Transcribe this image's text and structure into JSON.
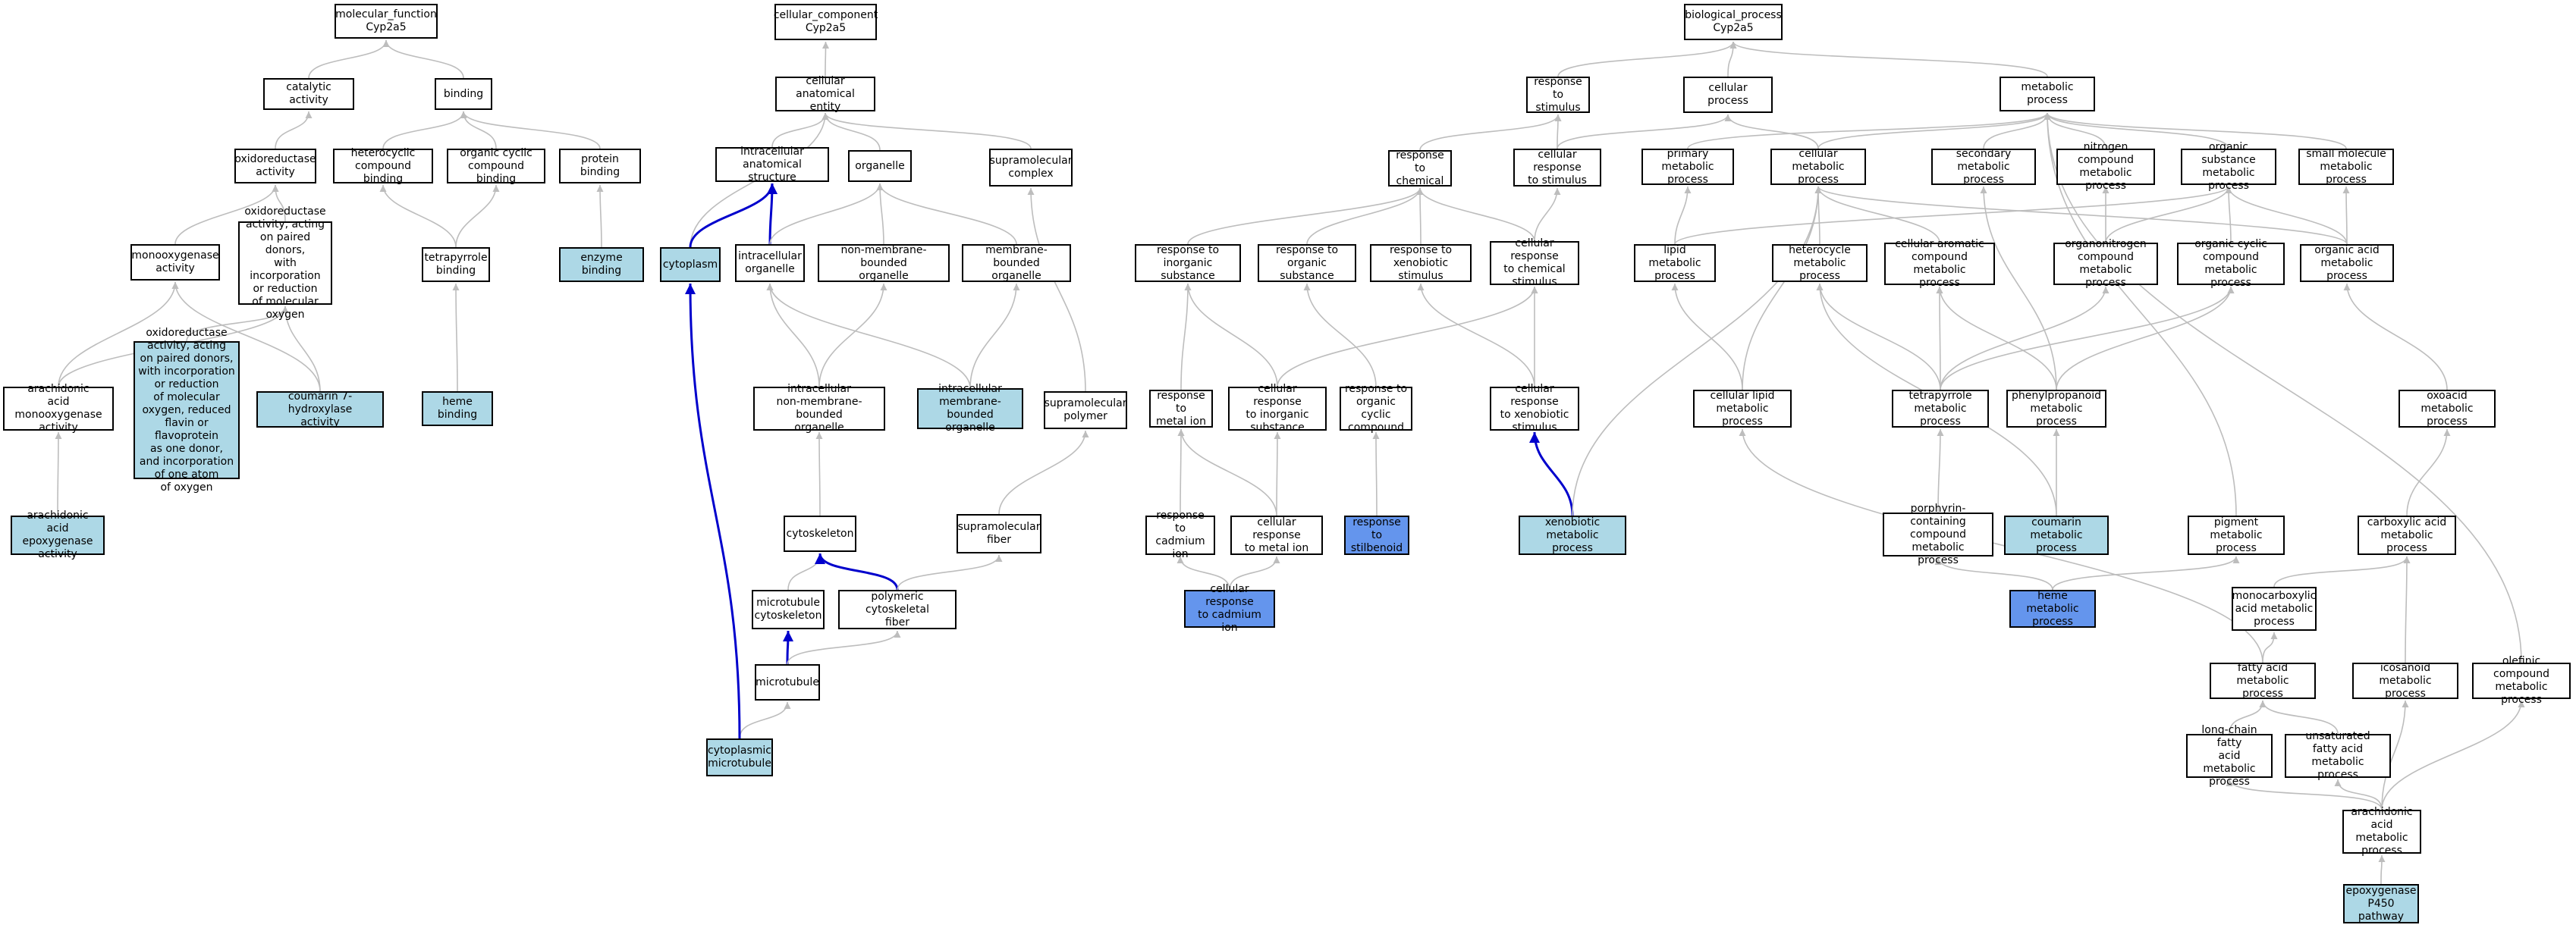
{
  "colors": {
    "edge": "#bdbdbd",
    "highlight_edge": "#0000cc",
    "highlight_fill": "#add8e6",
    "strong_fill": "#6495ed"
  },
  "nodes": {
    "mf": {
      "label": "molecular_function\nCyp2a5",
      "fill": "none"
    },
    "catalytic": {
      "label": "catalytic activity",
      "fill": "none"
    },
    "binding": {
      "label": "binding",
      "fill": "none"
    },
    "oxidoreductase": {
      "label": "oxidoreductase\nactivity",
      "fill": "none"
    },
    "heterocyclic_binding": {
      "label": "heterocyclic\ncompound binding",
      "fill": "none"
    },
    "organic_cyclic_binding": {
      "label": "organic cyclic\ncompound binding",
      "fill": "none"
    },
    "protein_binding": {
      "label": "protein binding",
      "fill": "none"
    },
    "monooxygenase": {
      "label": "monooxygenase\nactivity",
      "fill": "none"
    },
    "oxidoreductase_paired": {
      "label": "oxidoreductase\nactivity, acting\non paired donors,\nwith incorporation\nor reduction\nof molecular\noxygen",
      "fill": "none"
    },
    "tetrapyrrole_binding": {
      "label": "tetrapyrrole\nbinding",
      "fill": "none"
    },
    "enzyme_binding": {
      "label": "enzyme binding",
      "fill": "light"
    },
    "oxidoreductase_flavin": {
      "label": "oxidoreductase\nactivity, acting\non paired donors,\nwith incorporation\nor reduction\nof molecular\noxygen, reduced\nflavin or flavoprotein\nas one donor,\nand incorporation\nof one atom\nof oxygen",
      "fill": "light"
    },
    "arachidonic_monooxygenase": {
      "label": "arachidonic\nacid monooxygenase\nactivity",
      "fill": "none"
    },
    "coumarin_hydroxylase": {
      "label": "coumarin 7-hydroxylase\nactivity",
      "fill": "light"
    },
    "heme_binding": {
      "label": "heme binding",
      "fill": "light"
    },
    "arachidonic_epoxygenase": {
      "label": "arachidonic\nacid epoxygenase\nactivity",
      "fill": "light"
    },
    "cc": {
      "label": "cellular_component\nCyp2a5",
      "fill": "none"
    },
    "cellular_anatomical": {
      "label": "cellular anatomical\nentity",
      "fill": "none"
    },
    "intracellular_structure": {
      "label": "intracellular\nanatomical structure",
      "fill": "none"
    },
    "organelle": {
      "label": "organelle",
      "fill": "none"
    },
    "supramolecular_complex": {
      "label": "supramolecular\ncomplex",
      "fill": "none"
    },
    "cytoplasm": {
      "label": "cytoplasm",
      "fill": "light"
    },
    "intracellular_organelle": {
      "label": "intracellular\norganelle",
      "fill": "none"
    },
    "non_membrane_organelle": {
      "label": "non-membrane-bounded\norganelle",
      "fill": "none"
    },
    "membrane_organelle": {
      "label": "membrane-bounded\norganelle",
      "fill": "none"
    },
    "intracellular_non_membrane": {
      "label": "intracellular\nnon-membrane-bounded\norganelle",
      "fill": "none"
    },
    "intracellular_membrane": {
      "label": "intracellular\nmembrane-bounded\norganelle",
      "fill": "light"
    },
    "supramolecular_polymer": {
      "label": "supramolecular\npolymer",
      "fill": "none"
    },
    "cytoskeleton": {
      "label": "cytoskeleton",
      "fill": "none"
    },
    "supramolecular_fiber": {
      "label": "supramolecular\nfiber",
      "fill": "none"
    },
    "microtubule_cytoskeleton": {
      "label": "microtubule\ncytoskeleton",
      "fill": "none"
    },
    "polymeric_fiber": {
      "label": "polymeric cytoskeletal\nfiber",
      "fill": "none"
    },
    "microtubule": {
      "label": "microtubule",
      "fill": "none"
    },
    "cytoplasmic_microtubule": {
      "label": "cytoplasmic\nmicrotubule",
      "fill": "light"
    },
    "bp": {
      "label": "biological_process\nCyp2a5",
      "fill": "none"
    },
    "response_stimulus": {
      "label": "response to\nstimulus",
      "fill": "none"
    },
    "cellular_process": {
      "label": "cellular process",
      "fill": "none"
    },
    "metabolic_process": {
      "label": "metabolic process",
      "fill": "none"
    },
    "response_chemical": {
      "label": "response to\nchemical",
      "fill": "none"
    },
    "cellular_response_stimulus": {
      "label": "cellular response\nto stimulus",
      "fill": "none"
    },
    "primary_metabolic": {
      "label": "primary metabolic\nprocess",
      "fill": "none"
    },
    "cellular_metabolic": {
      "label": "cellular metabolic\nprocess",
      "fill": "none"
    },
    "secondary_metabolic": {
      "label": "secondary metabolic\nprocess",
      "fill": "none"
    },
    "nitrogen_metabolic": {
      "label": "nitrogen compound\nmetabolic process",
      "fill": "none"
    },
    "organic_substance_metabolic": {
      "label": "organic substance\nmetabolic process",
      "fill": "none"
    },
    "small_molecule_metabolic": {
      "label": "small molecule\nmetabolic process",
      "fill": "none"
    },
    "response_inorganic": {
      "label": "response to\ninorganic substance",
      "fill": "none"
    },
    "response_organic": {
      "label": "response to\norganic substance",
      "fill": "none"
    },
    "response_xenobiotic": {
      "label": "response to\nxenobiotic stimulus",
      "fill": "none"
    },
    "cellular_response_chemical": {
      "label": "cellular response\nto chemical\nstimulus",
      "fill": "none"
    },
    "lipid_metabolic": {
      "label": "lipid metabolic\nprocess",
      "fill": "none"
    },
    "heterocycle_metabolic": {
      "label": "heterocycle\nmetabolic process",
      "fill": "none"
    },
    "cellular_aromatic": {
      "label": "cellular aromatic\ncompound metabolic\nprocess",
      "fill": "none"
    },
    "organonitrogen": {
      "label": "organonitrogen\ncompound metabolic\nprocess",
      "fill": "none"
    },
    "organic_cyclic_metabolic": {
      "label": "organic cyclic\ncompound metabolic\nprocess",
      "fill": "none"
    },
    "organic_acid_metabolic": {
      "label": "organic acid\nmetabolic process",
      "fill": "none"
    },
    "response_metal_ion": {
      "label": "response to\nmetal ion",
      "fill": "none"
    },
    "cellular_response_inorganic": {
      "label": "cellular response\nto inorganic\nsubstance",
      "fill": "none"
    },
    "response_organic_cyclic": {
      "label": "response to\norganic cyclic\ncompound",
      "fill": "none"
    },
    "cellular_response_xenobiotic": {
      "label": "cellular response\nto xenobiotic\nstimulus",
      "fill": "none"
    },
    "cellular_lipid_metabolic": {
      "label": "cellular lipid\nmetabolic process",
      "fill": "none"
    },
    "tetrapyrrole_metabolic": {
      "label": "tetrapyrrole\nmetabolic process",
      "fill": "none"
    },
    "phenylpropanoid_metabolic": {
      "label": "phenylpropanoid\nmetabolic process",
      "fill": "none"
    },
    "oxoacid_metabolic": {
      "label": "oxoacid metabolic\nprocess",
      "fill": "none"
    },
    "response_cadmium": {
      "label": "response to\ncadmium ion",
      "fill": "none"
    },
    "cellular_response_metal": {
      "label": "cellular response\nto metal ion",
      "fill": "none"
    },
    "response_stilbenoid": {
      "label": "response to\nstilbenoid",
      "fill": "strong"
    },
    "xenobiotic_metabolic": {
      "label": "xenobiotic metabolic\nprocess",
      "fill": "light"
    },
    "porphyrin_metabolic": {
      "label": "porphyrin-containing\ncompound metabolic\nprocess",
      "fill": "none"
    },
    "coumarin_metabolic": {
      "label": "coumarin metabolic\nprocess",
      "fill": "light"
    },
    "pigment_metabolic": {
      "label": "pigment metabolic\nprocess",
      "fill": "none"
    },
    "carboxylic_acid_metabolic": {
      "label": "carboxylic acid\nmetabolic process",
      "fill": "none"
    },
    "cellular_response_cadmium": {
      "label": "cellular response\nto cadmium ion",
      "fill": "strong"
    },
    "heme_metabolic": {
      "label": "heme metabolic\nprocess",
      "fill": "strong"
    },
    "monocarboxylic_metabolic": {
      "label": "monocarboxylic\nacid metabolic\nprocess",
      "fill": "none"
    },
    "fatty_acid_metabolic": {
      "label": "fatty acid metabolic\nprocess",
      "fill": "none"
    },
    "icosanoid_metabolic": {
      "label": "icosanoid metabolic\nprocess",
      "fill": "none"
    },
    "olefinic_metabolic": {
      "label": "olefinic compound\nmetabolic process",
      "fill": "none"
    },
    "long_chain_fatty": {
      "label": "long-chain fatty\nacid metabolic\nprocess",
      "fill": "none"
    },
    "unsaturated_fatty": {
      "label": "unsaturated\nfatty acid metabolic\nprocess",
      "fill": "none"
    },
    "arachidonic_metabolic": {
      "label": "arachidonic\nacid metabolic\nprocess",
      "fill": "none"
    },
    "epoxygenase_pathway": {
      "label": "epoxygenase\nP450 pathway",
      "fill": "light"
    }
  },
  "edges": [
    [
      "catalytic",
      "mf",
      "gray"
    ],
    [
      "binding",
      "mf",
      "gray"
    ],
    [
      "oxidoreductase",
      "catalytic",
      "gray"
    ],
    [
      "heterocyclic_binding",
      "binding",
      "gray"
    ],
    [
      "organic_cyclic_binding",
      "binding",
      "gray"
    ],
    [
      "protein_binding",
      "binding",
      "gray"
    ],
    [
      "monooxygenase",
      "oxidoreductase",
      "gray"
    ],
    [
      "oxidoreductase_paired",
      "oxidoreductase",
      "gray"
    ],
    [
      "tetrapyrrole_binding",
      "heterocyclic_binding",
      "gray"
    ],
    [
      "tetrapyrrole_binding",
      "organic_cyclic_binding",
      "gray"
    ],
    [
      "enzyme_binding",
      "protein_binding",
      "gray"
    ],
    [
      "oxidoreductase_flavin",
      "oxidoreductase_paired",
      "gray"
    ],
    [
      "arachidonic_monooxygenase",
      "monooxygenase",
      "gray"
    ],
    [
      "arachidonic_monooxygenase",
      "oxidoreductase_paired",
      "gray"
    ],
    [
      "coumarin_hydroxylase",
      "monooxygenase",
      "gray"
    ],
    [
      "coumarin_hydroxylase",
      "oxidoreductase_paired",
      "gray"
    ],
    [
      "heme_binding",
      "tetrapyrrole_binding",
      "gray"
    ],
    [
      "arachidonic_epoxygenase",
      "arachidonic_monooxygenase",
      "gray"
    ],
    [
      "cellular_anatomical",
      "cc",
      "gray"
    ],
    [
      "intracellular_structure",
      "cellular_anatomical",
      "gray"
    ],
    [
      "organelle",
      "cellular_anatomical",
      "gray"
    ],
    [
      "supramolecular_complex",
      "cellular_anatomical",
      "gray"
    ],
    [
      "cytoplasm",
      "cellular_anatomical",
      "gray"
    ],
    [
      "cytoplasm",
      "intracellular_structure",
      "blue"
    ],
    [
      "intracellular_organelle",
      "intracellular_structure",
      "blue"
    ],
    [
      "intracellular_organelle",
      "organelle",
      "gray"
    ],
    [
      "non_membrane_organelle",
      "organelle",
      "gray"
    ],
    [
      "membrane_organelle",
      "organelle",
      "gray"
    ],
    [
      "intracellular_non_membrane",
      "intracellular_organelle",
      "gray"
    ],
    [
      "intracellular_non_membrane",
      "non_membrane_organelle",
      "gray"
    ],
    [
      "intracellular_membrane",
      "intracellular_organelle",
      "gray"
    ],
    [
      "intracellular_membrane",
      "membrane_organelle",
      "gray"
    ],
    [
      "supramolecular_polymer",
      "supramolecular_complex",
      "gray"
    ],
    [
      "cytoskeleton",
      "intracellular_non_membrane",
      "gray"
    ],
    [
      "supramolecular_fiber",
      "supramolecular_polymer",
      "gray"
    ],
    [
      "microtubule_cytoskeleton",
      "cytoskeleton",
      "gray"
    ],
    [
      "polymeric_fiber",
      "cytoskeleton",
      "blue"
    ],
    [
      "polymeric_fiber",
      "supramolecular_fiber",
      "gray"
    ],
    [
      "microtubule",
      "microtubule_cytoskeleton",
      "blue"
    ],
    [
      "microtubule",
      "polymeric_fiber",
      "gray"
    ],
    [
      "cytoplasmic_microtubule",
      "microtubule",
      "gray"
    ],
    [
      "cytoplasmic_microtubule",
      "cytoplasm",
      "blue"
    ],
    [
      "response_stimulus",
      "bp",
      "gray"
    ],
    [
      "cellular_process",
      "bp",
      "gray"
    ],
    [
      "metabolic_process",
      "bp",
      "gray"
    ],
    [
      "response_chemical",
      "response_stimulus",
      "gray"
    ],
    [
      "cellular_response_stimulus",
      "response_stimulus",
      "gray"
    ],
    [
      "cellular_response_stimulus",
      "cellular_process",
      "gray"
    ],
    [
      "primary_metabolic",
      "metabolic_process",
      "gray"
    ],
    [
      "cellular_metabolic",
      "cellular_process",
      "gray"
    ],
    [
      "cellular_metabolic",
      "metabolic_process",
      "gray"
    ],
    [
      "secondary_metabolic",
      "metabolic_process",
      "gray"
    ],
    [
      "nitrogen_metabolic",
      "metabolic_process",
      "gray"
    ],
    [
      "organic_substance_metabolic",
      "metabolic_process",
      "gray"
    ],
    [
      "small_molecule_metabolic",
      "metabolic_process",
      "gray"
    ],
    [
      "response_inorganic",
      "response_chemical",
      "gray"
    ],
    [
      "response_organic",
      "response_chemical",
      "gray"
    ],
    [
      "response_xenobiotic",
      "response_chemical",
      "gray"
    ],
    [
      "cellular_response_chemical",
      "response_chemical",
      "gray"
    ],
    [
      "cellular_response_chemical",
      "cellular_response_stimulus",
      "gray"
    ],
    [
      "lipid_metabolic",
      "primary_metabolic",
      "gray"
    ],
    [
      "lipid_metabolic",
      "organic_substance_metabolic",
      "gray"
    ],
    [
      "heterocycle_metabolic",
      "cellular_metabolic",
      "gray"
    ],
    [
      "cellular_aromatic",
      "cellular_metabolic",
      "gray"
    ],
    [
      "organonitrogen",
      "nitrogen_metabolic",
      "gray"
    ],
    [
      "organonitrogen",
      "organic_substance_metabolic",
      "gray"
    ],
    [
      "organic_cyclic_metabolic",
      "organic_substance_metabolic",
      "gray"
    ],
    [
      "organic_acid_metabolic",
      "organic_substance_metabolic",
      "gray"
    ],
    [
      "organic_acid_metabolic",
      "small_molecule_metabolic",
      "gray"
    ],
    [
      "organic_acid_metabolic",
      "cellular_metabolic",
      "gray"
    ],
    [
      "response_metal_ion",
      "response_inorganic",
      "gray"
    ],
    [
      "cellular_response_inorganic",
      "response_inorganic",
      "gray"
    ],
    [
      "cellular_response_inorganic",
      "cellular_response_chemical",
      "gray"
    ],
    [
      "response_organic_cyclic",
      "response_organic",
      "gray"
    ],
    [
      "cellular_response_xenobiotic",
      "response_xenobiotic",
      "gray"
    ],
    [
      "cellular_response_xenobiotic",
      "cellular_response_chemical",
      "gray"
    ],
    [
      "cellular_lipid_metabolic",
      "lipid_metabolic",
      "gray"
    ],
    [
      "cellular_lipid_metabolic",
      "cellular_metabolic",
      "gray"
    ],
    [
      "tetrapyrrole_metabolic",
      "heterocycle_metabolic",
      "gray"
    ],
    [
      "tetrapyrrole_metabolic",
      "cellular_aromatic",
      "gray"
    ],
    [
      "tetrapyrrole_metabolic",
      "organonitrogen",
      "gray"
    ],
    [
      "tetrapyrrole_metabolic",
      "organic_cyclic_metabolic",
      "gray"
    ],
    [
      "phenylpropanoid_metabolic",
      "secondary_metabolic",
      "gray"
    ],
    [
      "phenylpropanoid_metabolic",
      "cellular_aromatic",
      "gray"
    ],
    [
      "phenylpropanoid_metabolic",
      "organic_cyclic_metabolic",
      "gray"
    ],
    [
      "oxoacid_metabolic",
      "organic_acid_metabolic",
      "gray"
    ],
    [
      "response_cadmium",
      "response_metal_ion",
      "gray"
    ],
    [
      "cellular_response_metal",
      "response_metal_ion",
      "gray"
    ],
    [
      "cellular_response_metal",
      "cellular_response_inorganic",
      "gray"
    ],
    [
      "response_stilbenoid",
      "response_organic_cyclic",
      "gray"
    ],
    [
      "xenobiotic_metabolic",
      "cellular_response_xenobiotic",
      "blue"
    ],
    [
      "xenobiotic_metabolic",
      "cellular_metabolic",
      "gray"
    ],
    [
      "porphyrin_metabolic",
      "tetrapyrrole_metabolic",
      "gray"
    ],
    [
      "coumarin_metabolic",
      "phenylpropanoid_metabolic",
      "gray"
    ],
    [
      "coumarin_metabolic",
      "heterocycle_metabolic",
      "gray"
    ],
    [
      "pigment_metabolic",
      "metabolic_process",
      "gray"
    ],
    [
      "carboxylic_acid_metabolic",
      "oxoacid_metabolic",
      "gray"
    ],
    [
      "cellular_response_cadmium",
      "response_cadmium",
      "gray"
    ],
    [
      "cellular_response_cadmium",
      "cellular_response_metal",
      "gray"
    ],
    [
      "heme_metabolic",
      "porphyrin_metabolic",
      "gray"
    ],
    [
      "heme_metabolic",
      "pigment_metabolic",
      "gray"
    ],
    [
      "monocarboxylic_metabolic",
      "carboxylic_acid_metabolic",
      "gray"
    ],
    [
      "fatty_acid_metabolic",
      "monocarboxylic_metabolic",
      "gray"
    ],
    [
      "fatty_acid_metabolic",
      "cellular_lipid_metabolic",
      "gray"
    ],
    [
      "icosanoid_metabolic",
      "carboxylic_acid_metabolic",
      "gray"
    ],
    [
      "olefinic_metabolic",
      "metabolic_process",
      "gray"
    ],
    [
      "long_chain_fatty",
      "fatty_acid_metabolic",
      "gray"
    ],
    [
      "unsaturated_fatty",
      "fatty_acid_metabolic",
      "gray"
    ],
    [
      "arachidonic_metabolic",
      "long_chain_fatty",
      "gray"
    ],
    [
      "arachidonic_metabolic",
      "unsaturated_fatty",
      "gray"
    ],
    [
      "arachidonic_metabolic",
      "icosanoid_metabolic",
      "gray"
    ],
    [
      "arachidonic_metabolic",
      "olefinic_metabolic",
      "gray"
    ],
    [
      "epoxygenase_pathway",
      "arachidonic_metabolic",
      "gray"
    ]
  ]
}
